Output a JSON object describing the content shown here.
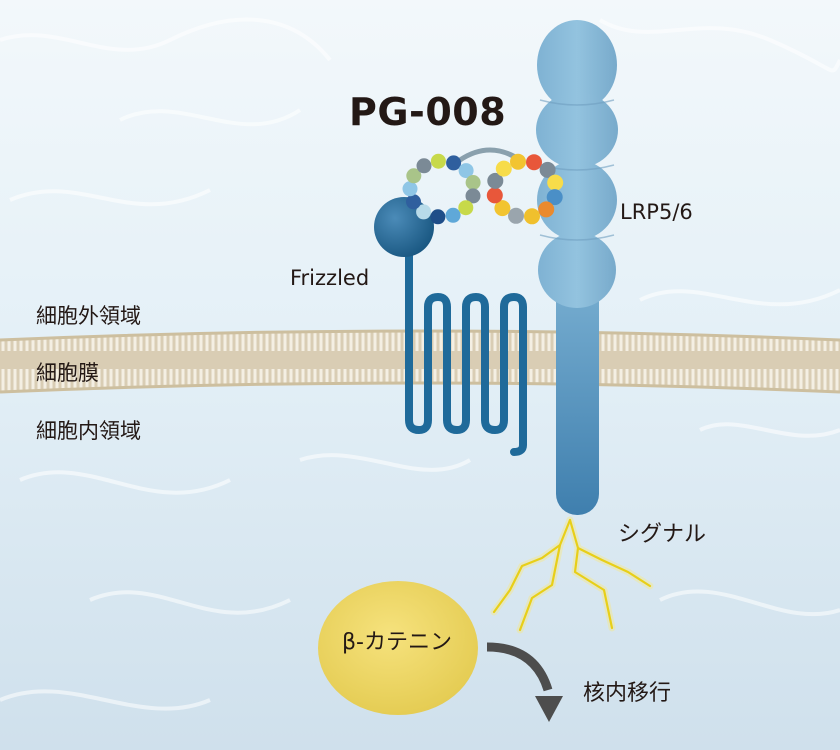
{
  "title": "PG-008",
  "labels": {
    "lrp": "LRP5/6",
    "frizzled": "Frizzled",
    "extracellular": "細胞外領域",
    "membrane": "細胞膜",
    "intracellular": "細胞内領域",
    "signal": "シグナル",
    "beta_catenin": "β-カテニン",
    "nuclear_translocation": "核内移行"
  },
  "colors": {
    "background": "#eaf3f8",
    "membrane": "#e6dcc8",
    "lrp_receptor": "#8fbfdc",
    "frizzled": "#1f6a9a",
    "beta_catenin": "#ecd56a",
    "signal": "#f2dc3a",
    "arrow": "#4d4d4d"
  }
}
